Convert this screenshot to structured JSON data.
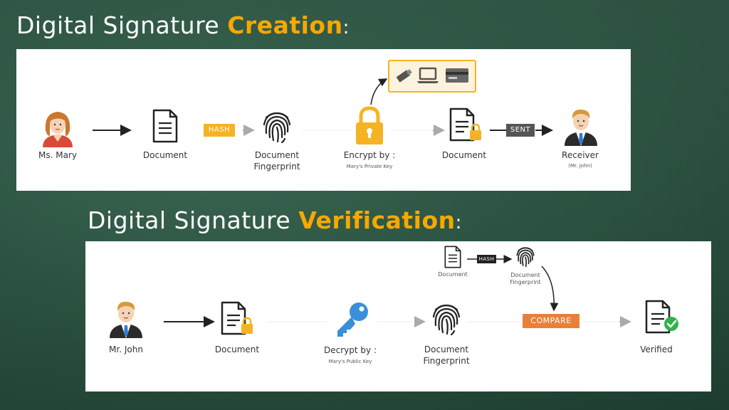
{
  "creation": {
    "title_main": "Digital Signature ",
    "title_accent": "Creation",
    "title_colon": ":",
    "ms_mary": "Ms. Mary",
    "document": "Document",
    "hash": "HASH",
    "fingerprint_1": "Document",
    "fingerprint_2": "Fingerprint",
    "encrypt": "Encrypt by :",
    "private_key": "Mary's Private Key",
    "document_locked": "Document",
    "sent": "SENT",
    "receiver": "Receiver",
    "receiver_name": "(Mr. John)"
  },
  "verification": {
    "title_main": "Digital Signature ",
    "title_accent": "Verification",
    "title_colon": ":",
    "mr_john": "Mr. John",
    "document": "Document",
    "decrypt": "Decrypt by :",
    "public_key": "Mary's Public Key",
    "fingerprint_1": "Document",
    "fingerprint_2": "Fingerprint",
    "compare": "COMPARE",
    "verified": "Verified",
    "top_document": "Document",
    "top_hash": "HASH",
    "top_fingerprint_1": "Document",
    "top_fingerprint_2": "Fingerprint"
  },
  "colors": {
    "accent": "#f7a800",
    "lock": "#f5b324",
    "key": "#3a8fd9",
    "hash_tag": "#f5b324",
    "sent_tag": "#555555",
    "compare_tag": "#e8803a",
    "check": "#2fb34a"
  },
  "icons": [
    "woman-avatar-icon",
    "document-icon",
    "fingerprint-icon",
    "padlock-icon",
    "usb-drive-icon",
    "laptop-icon",
    "smart-card-icon",
    "locked-document-icon",
    "man-avatar-icon",
    "key-icon",
    "verified-document-icon"
  ]
}
